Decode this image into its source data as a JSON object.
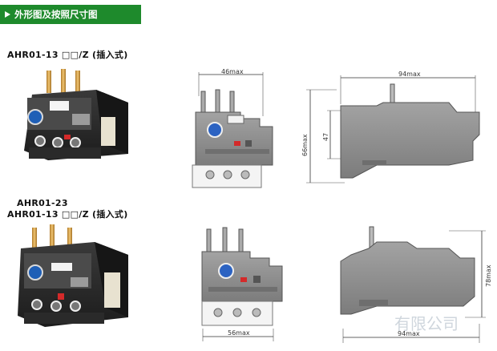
{
  "header": {
    "title": "外形图及按照尺寸图"
  },
  "section1": {
    "model": "AHR01-13 □□/Z (插入式)",
    "front_width": "46max",
    "side_length": "94max",
    "height_outer": "66max",
    "height_inner": "47"
  },
  "section2": {
    "model_line1": "AHR01-23",
    "model_line2": "AHR01-13 □□/Z (插入式)",
    "front_width": "56max",
    "side_length": "94max",
    "height_outer": "78max"
  },
  "watermark": "有限公司",
  "colors": {
    "header_green": "#1e8a2c",
    "device_dark": "#2b2b2b",
    "drawing_gray": "#8c8c8c"
  }
}
